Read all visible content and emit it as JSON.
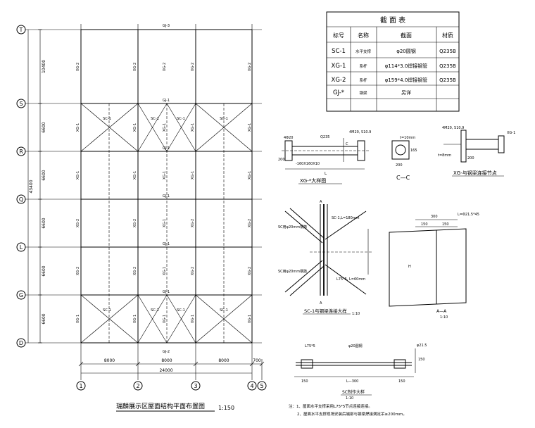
{
  "plan": {
    "title": "瑞麟展示区屋面结构平面布置图",
    "scale": "1:150",
    "axes_h": [
      "T",
      "S",
      "R",
      "Q",
      "L",
      "G",
      "D"
    ],
    "axes_v": [
      "1",
      "2",
      "3",
      "4",
      "5"
    ],
    "dims_left": [
      "10400",
      "6600",
      "6600",
      "6600",
      "6600",
      "6600"
    ],
    "dim_total_left": "43400",
    "dims_bottom": [
      "8000",
      "8000",
      "8000",
      "700"
    ],
    "dim_total_bottom": "24000",
    "member_labels": {
      "gj3": "GJ-3",
      "gj2": "GJ-2",
      "gj1": "GJ-1",
      "xg1": "XG-1",
      "xg2": "XG-2",
      "sc1": "SC-1"
    }
  },
  "section_table": {
    "title": "截 面 表",
    "headers": [
      "标号",
      "名称",
      "截面",
      "材质"
    ],
    "rows": [
      [
        "SC-1",
        "水平支撑",
        "φ20圆钢",
        "Q235B"
      ],
      [
        "XG-1",
        "系杆",
        "φ114*3.0焊接钢管",
        "Q235B"
      ],
      [
        "XG-2",
        "系杆",
        "φ159*4.0焊接钢管",
        "Q235B"
      ],
      [
        "GJ-*",
        "钢梁",
        "另详",
        ""
      ]
    ]
  },
  "detail_xg": {
    "title": "XG-*大样图",
    "notes": [
      "4Φ20",
      "-160X160X10",
      "Q235",
      "4M20, S10.9",
      "C",
      "L",
      "200"
    ],
    "cc_title": "C—C",
    "cc_notes": [
      "t=10mm",
      "200",
      "165"
    ]
  },
  "detail_node": {
    "title": "XG-与钢梁连接节点",
    "notes": [
      "4M20, S10.9",
      "t=8mm",
      "XG-1",
      "200"
    ]
  },
  "detail_sc": {
    "title": "SC-1与钢梁连接大样",
    "scale": "1:10",
    "notes": [
      "SC-1,L=180mm",
      "L75*5, L=60mm",
      "SC用φ20mm钢筋",
      "SC用φ20mm钢筋",
      "A",
      "A"
    ]
  },
  "detail_aa": {
    "title": "A—A",
    "scale": "1:10",
    "notes": [
      "300",
      "150",
      "150",
      "L=Φ21.5*45",
      "H"
    ]
  },
  "detail_fab": {
    "title": "SC制作大样",
    "scale": "1:10",
    "notes": [
      "L75*5",
      "φ20圆钢",
      "150",
      "L—300",
      "150",
      "φ21.5",
      "150"
    ]
  },
  "footnotes": [
    "注：1、屋面水平支撑采用L75*5节点连接连接。",
    "2、屋面水平支撑现场安装后端部与钢梁焊接满足吊≥200mm。"
  ]
}
